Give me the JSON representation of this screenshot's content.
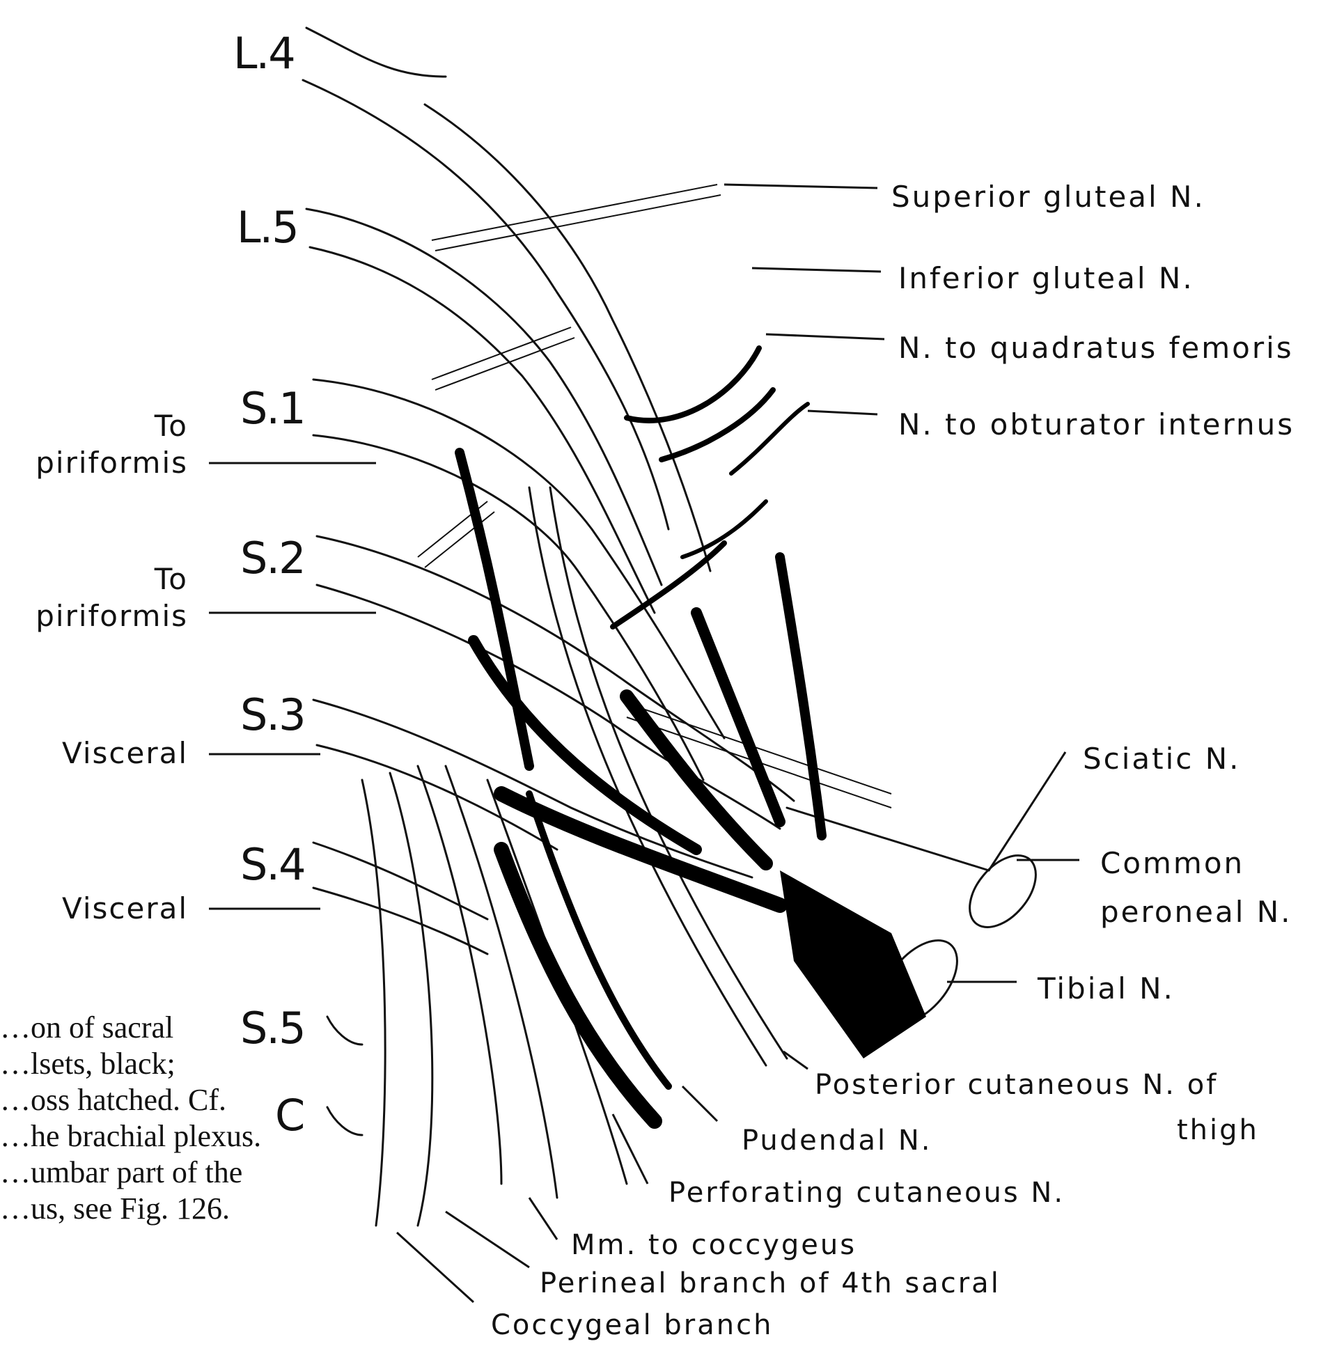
{
  "figure": {
    "root_labels": [
      "L.4",
      "L.5",
      "S.1",
      "S.2",
      "S.3",
      "S.4",
      "S.5",
      "C"
    ],
    "right_labels": {
      "superior_gluteal": "Superior gluteal N.",
      "inferior_gluteal": "Inferior gluteal N.",
      "quadratus_femoris": "N. to quadratus femoris",
      "obturator_internus": "N. to obturator internus",
      "sciatic": "Sciatic N.",
      "common_peroneal_1": "Common",
      "common_peroneal_2": "peroneal N.",
      "tibial": "Tibial N."
    },
    "left_labels": {
      "piriformis_1a": "To",
      "piriformis_1b": "piriformis",
      "piriformis_2a": "To",
      "piriformis_2b": "piriformis",
      "visceral_1": "Visceral",
      "visceral_2": "Visceral"
    },
    "bottom_labels": {
      "posterior_cutaneous_1": "Posterior cutaneous N. of",
      "posterior_cutaneous_2": "thigh",
      "pudendal": "Pudendal N.",
      "perforating_cutaneous": "Perforating cutaneous N.",
      "mm_coccygeus": "Mm. to coccygeus",
      "perineal_branch": "Perineal branch of 4th sacral",
      "coccygeal_branch": "Coccygeal branch"
    },
    "caption_lines": [
      "…on of sacral",
      "…lsets, black;",
      "…oss hatched. Cf.",
      "…he brachial plexus.",
      "…umbar part of the",
      "…us, see Fig. 126."
    ]
  }
}
